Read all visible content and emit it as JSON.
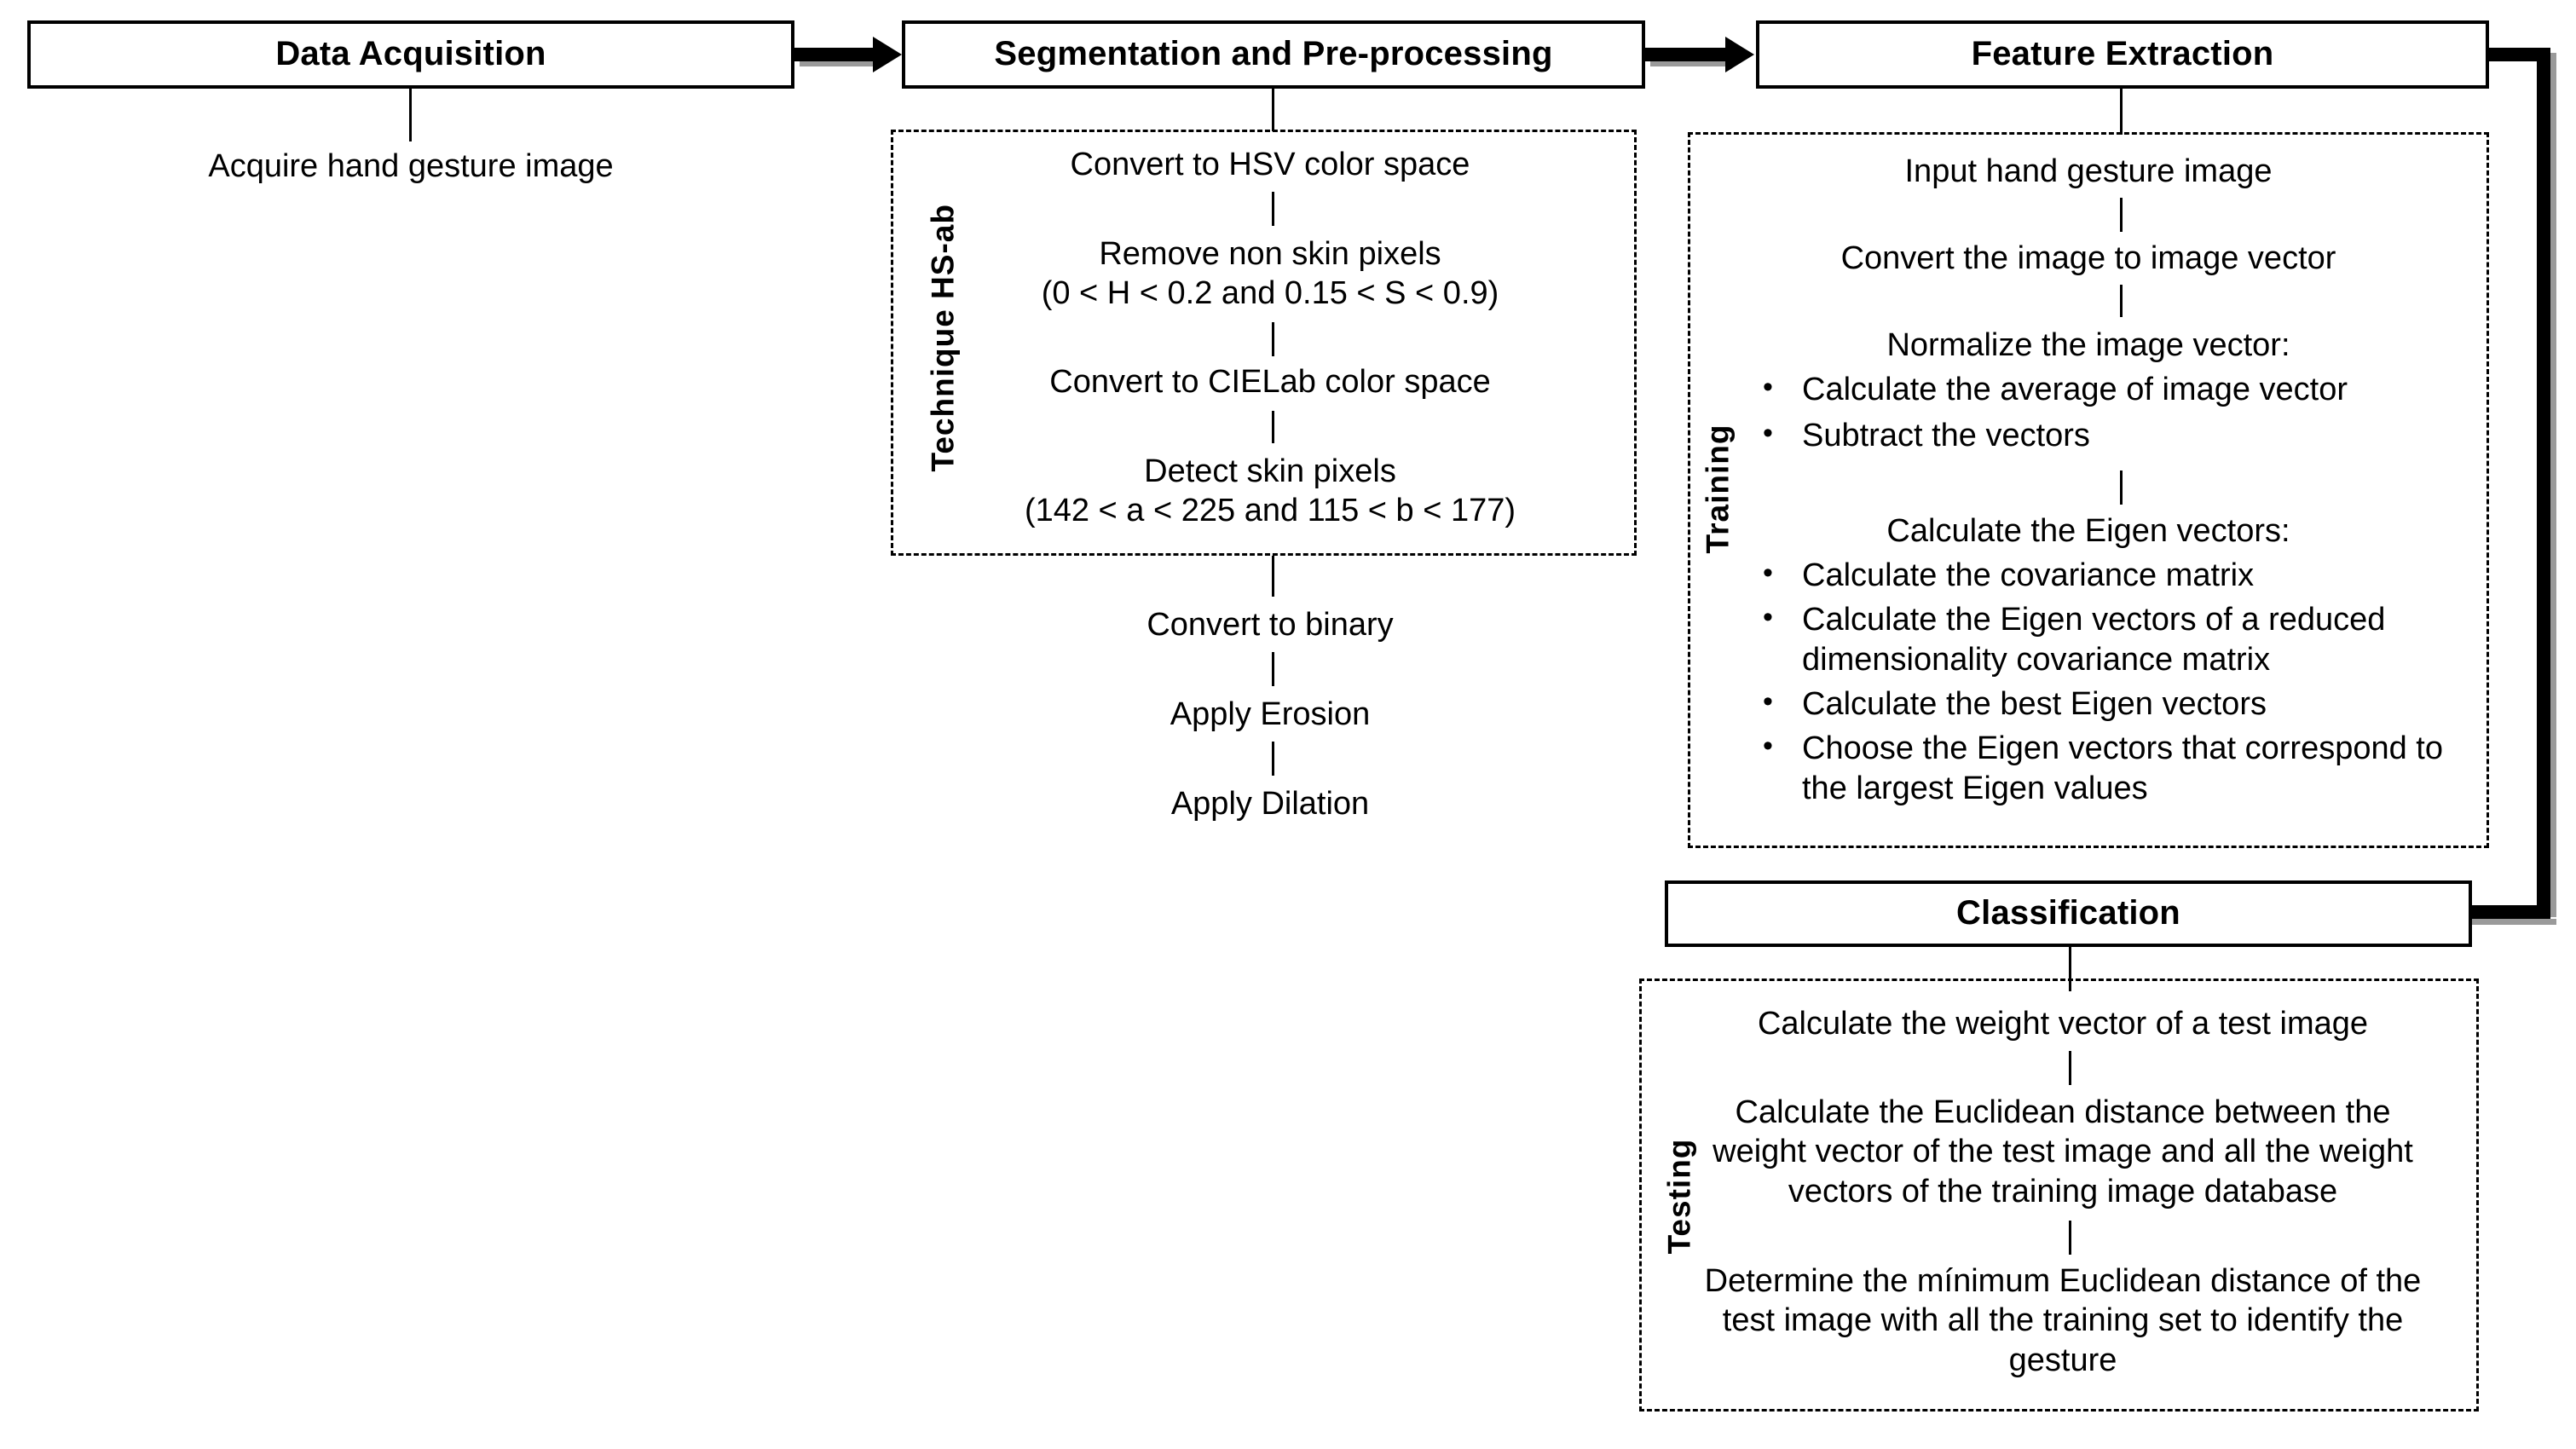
{
  "diagram": {
    "title": "Hand gesture recognition pipeline flowchart",
    "stages": [
      {
        "id": "data-acquisition",
        "label": "Data Acquisition"
      },
      {
        "id": "segmentation",
        "label": "Segmentation and Pre-processing"
      },
      {
        "id": "feature-extraction",
        "label": "Feature Extraction"
      },
      {
        "id": "classification",
        "label": "Classification"
      }
    ],
    "group_labels": {
      "technique": "Technique HS-ab",
      "training": "Training",
      "testing": "Testing"
    },
    "data_acquisition": {
      "steps": [
        "Acquire hand gesture image"
      ]
    },
    "segmentation": {
      "inside_steps": [
        "Convert to HSV color space",
        "Remove non skin pixels\n(0 < H < 0.2 and 0.15 < S < 0.9)",
        "Convert to CIELab color space",
        "Detect skin pixels\n(142 < a < 225 and 115 < b < 177)"
      ],
      "outside_steps": [
        "Convert to binary",
        "Apply Erosion",
        "Apply Dilation"
      ]
    },
    "feature_extraction": {
      "step_1": "Input hand gesture image",
      "step_2": "Convert the image to image vector",
      "step_3_heading": "Normalize the image vector:",
      "step_3_bullets": [
        "Calculate the average of image vector",
        "Subtract the vectors"
      ],
      "step_4_heading": "Calculate the Eigen vectors:",
      "step_4_bullets": [
        "Calculate the covariance matrix",
        "Calculate the Eigen vectors of a reduced dimensionality covariance matrix",
        "Calculate the best Eigen vectors",
        "Choose the Eigen vectors that correspond to the largest Eigen values"
      ]
    },
    "classification": {
      "steps": [
        "Calculate the weight vector of a test image",
        "Calculate the Euclidean distance between the weight vector of the test image and all the weight vectors of the training image database",
        "Determine the mínimum Euclidean distance of the test image with all the training set to identify the gesture"
      ]
    },
    "bullet_glyph": "•",
    "colors": {
      "stroke": "#000000",
      "background": "#ffffff",
      "arrow_shadow": "#9a9a9a"
    }
  }
}
